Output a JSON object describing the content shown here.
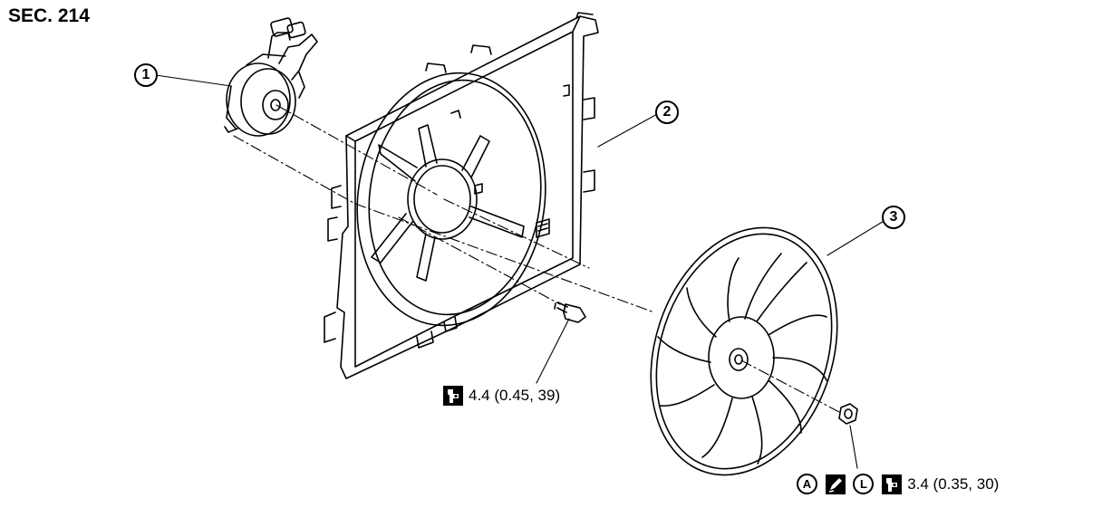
{
  "section": {
    "code": "SEC. 214"
  },
  "callouts": [
    {
      "id": "1",
      "label": "1"
    },
    {
      "id": "2",
      "label": "2"
    },
    {
      "id": "3",
      "label": "3"
    }
  ],
  "specs": {
    "bolt_torque": "4.4 (0.45, 39)",
    "nut_torque": "3.4 (0.35, 30)",
    "nut_symbols": {
      "a": "A",
      "l": "L"
    }
  },
  "icons": {
    "torque": "torque-wrench-icon",
    "locking_sealant": "locking-sealant-icon",
    "always_replace": "always-replace-icon",
    "lubricate": "lubricate-icon"
  }
}
